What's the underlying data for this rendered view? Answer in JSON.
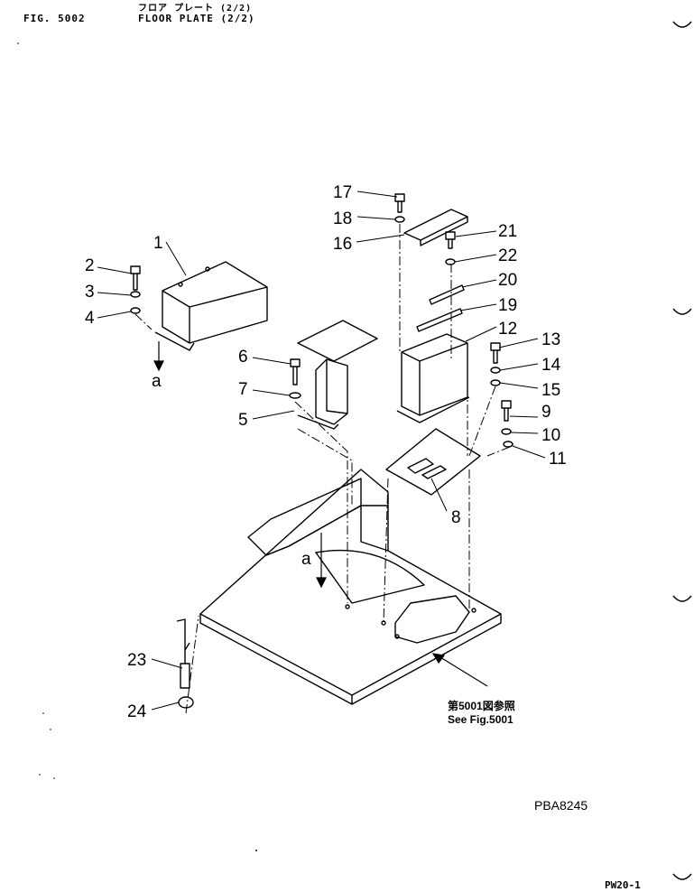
{
  "header": {
    "figure_code": "FIG. 5002",
    "title_jp": "フロア プレート (2/2)",
    "title_en": "FLOOR PLATE (2/2)"
  },
  "callouts": [
    "1",
    "2",
    "3",
    "4",
    "5",
    "6",
    "7",
    "8",
    "9",
    "10",
    "11",
    "12",
    "13",
    "14",
    "15",
    "16",
    "17",
    "18",
    "19",
    "20",
    "21",
    "22",
    "23",
    "24"
  ],
  "connection_marks": {
    "upper": "a",
    "lower": "a"
  },
  "reference": {
    "jp": "第5001図参照",
    "en": "See Fig.5001"
  },
  "drawing_code": "PBA8245",
  "page_code": "PW20-1"
}
